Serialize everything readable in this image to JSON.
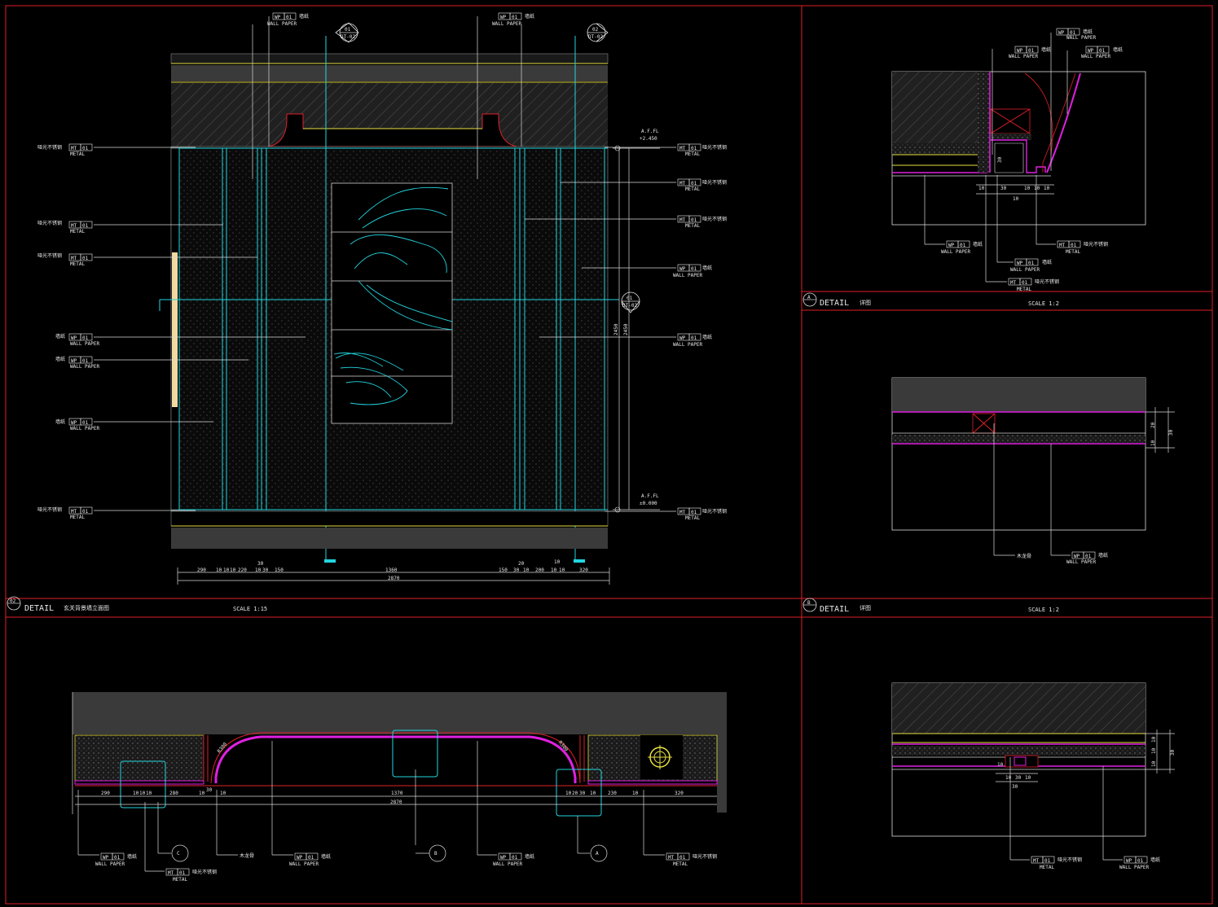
{
  "colors": {
    "frame": "#e0202a",
    "cyan": "#22d6e0",
    "yellow": "#e8e040",
    "magenta": "#e020e0",
    "text": "#e8e8e8"
  },
  "panels": {
    "elevation": {
      "num": "02",
      "detail": "DETAIL",
      "title": "玄关背景墙立面图",
      "scale": "SCALE 1:15"
    },
    "detail_a": {
      "num": "A",
      "detail": "DETAIL",
      "title": "详图",
      "scale": "SCALE 1:2"
    },
    "detail_b": {
      "num": "B",
      "detail": "DETAIL",
      "title": "详图",
      "scale": "SCALE 1:2"
    }
  },
  "tags": {
    "wp": "WP",
    "mt": "MT",
    "num": "01",
    "wall_paper": "WALL PAPER",
    "metal": "METAL",
    "cn_wp": "墙纸",
    "cn_mt": "哑光不锈钢",
    "cn_wood": "木龙骨"
  },
  "elevation": {
    "section_marks": [
      {
        "top": "01",
        "bottom": "DT-02"
      },
      {
        "top": "02",
        "bottom": "DT-02"
      },
      {
        "top": "01",
        "bottom": "DT-02"
      }
    ],
    "levels": [
      {
        "label": "A.F.FL",
        "value": "+2.450"
      },
      {
        "label": "A.F.FL",
        "value": "±0.000"
      }
    ],
    "dims_top": [
      "30",
      "20",
      "10"
    ],
    "dims_bottom": [
      "290",
      "10",
      "10",
      "10",
      "220",
      "10",
      "30",
      "150",
      "1360",
      "150",
      "30",
      "10",
      "200",
      "10",
      "10",
      "320"
    ],
    "total": "2870",
    "heights": [
      "2450",
      "2450"
    ]
  },
  "plan": {
    "dims": [
      "290",
      "10",
      "10",
      "10",
      "280",
      "10",
      "30",
      "10",
      "1370",
      "10",
      "20",
      "30",
      "10",
      "230",
      "10",
      "320"
    ],
    "total": "2870",
    "radius": "R300",
    "callouts": [
      "C",
      "B",
      "A"
    ]
  },
  "detail_a": {
    "dims": [
      "30",
      "30",
      "10",
      "10",
      "10",
      "10",
      "10"
    ]
  },
  "detail_b": {
    "dims": [
      "20",
      "10",
      "30"
    ]
  },
  "detail_c": {
    "dims": [
      "10",
      "10",
      "10",
      "30",
      "10",
      "10",
      "30",
      "10"
    ]
  }
}
